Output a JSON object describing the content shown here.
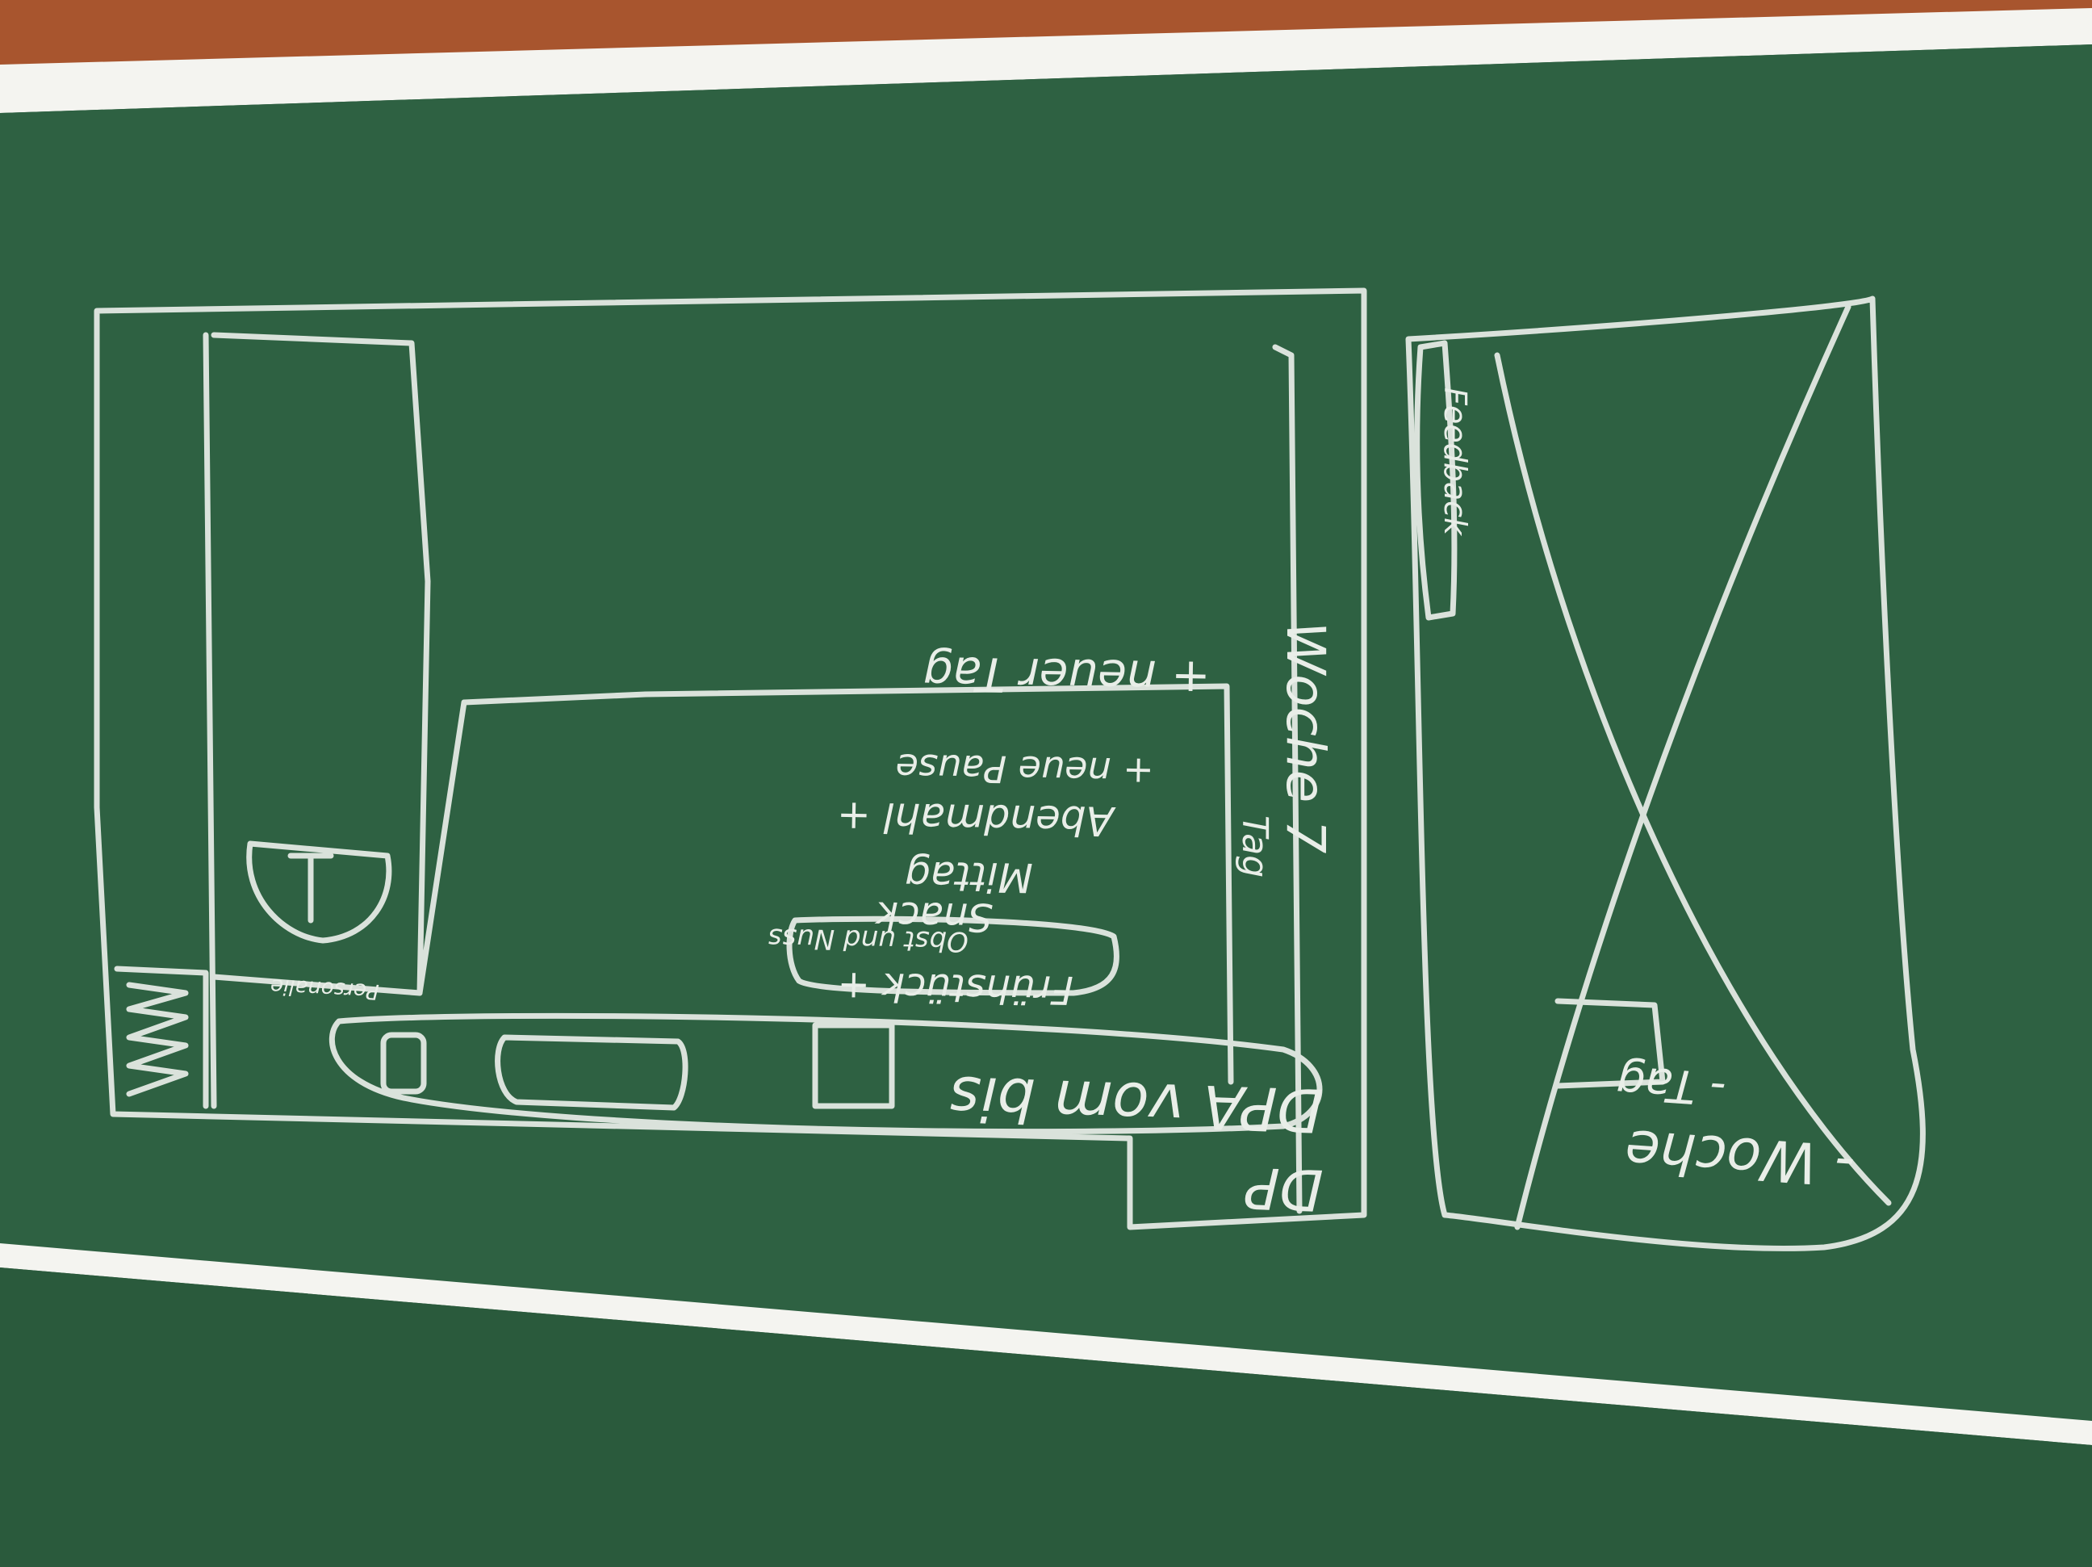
{
  "sketch": {
    "date_range": "DPA vom bis",
    "corner_label": "DP",
    "week_label": "Woche 7",
    "day_tab": "Tag",
    "add_day": "+ neuer Tag",
    "absence": "Abendmahl +",
    "add_break": "+ neue Pause",
    "lunch": "Mittag",
    "breakfast": "Frühstück +",
    "snack": "Snack",
    "fruit": "Obst und Nuss",
    "feedback": "Feedback",
    "preview_week": "- Woche",
    "preview_day": "- Tag",
    "side_label": "Personalie"
  },
  "colors": {
    "board": "#2b5a3d",
    "chalk": "#e9eee8",
    "ledge": "#f4f4f0",
    "wood": "#a8552e"
  }
}
